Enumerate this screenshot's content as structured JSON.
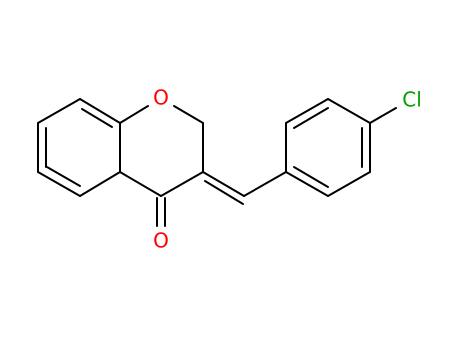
{
  "molecule": {
    "atoms": {
      "ring_oxygen": {
        "label": "O",
        "color": "#ff0000"
      },
      "carbonyl_oxygen": {
        "label": "O",
        "color": "#ff0000"
      },
      "chlorine": {
        "label": "Cl",
        "color": "#00a000"
      }
    },
    "bond_color": "#000000"
  }
}
